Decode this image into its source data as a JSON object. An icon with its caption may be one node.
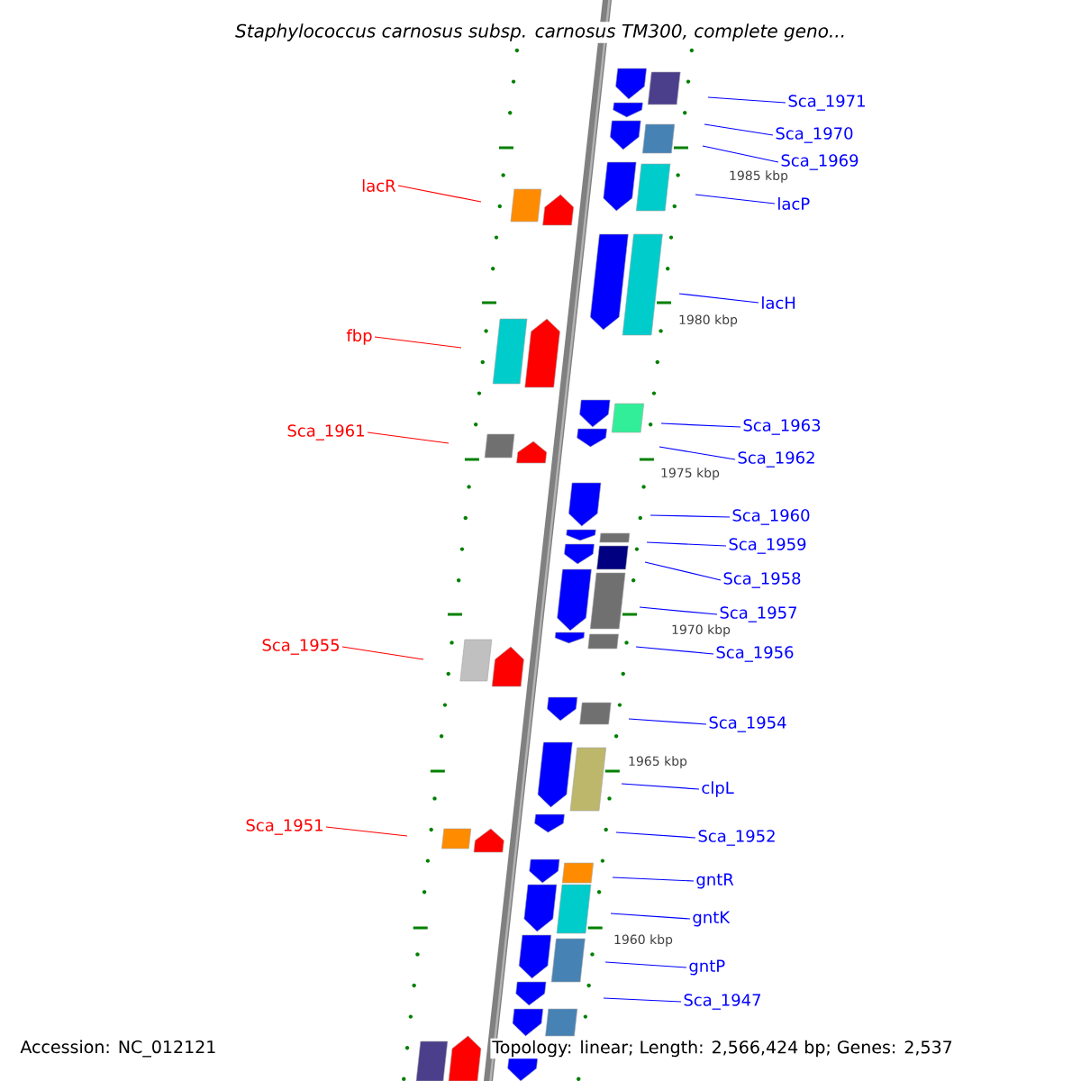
{
  "diagram": {
    "title": "Staphylococcus carnosus subsp. carnosus TM300, complete geno...",
    "nodes": [
      {
        "text": [
          "Sca_1971"
        ]
      },
      {
        "text": [
          "Sca_1970"
        ]
      },
      {
        "text": [
          "Sca_1969"
        ]
      },
      {
        "text": [
          "lacR"
        ]
      },
      {
        "text": [
          "lacP"
        ]
      },
      {
        "text": [
          "lacH"
        ]
      },
      {
        "text": [
          "fbp"
        ]
      },
      {
        "text": [
          "Sca_1963"
        ]
      },
      {
        "text": [
          "Sca_1961"
        ]
      },
      {
        "text": [
          "Sca_1962"
        ]
      },
      {
        "text": [
          "Sca_1960"
        ]
      },
      {
        "text": [
          "Sca_1959"
        ]
      },
      {
        "text": [
          "Sca_1958"
        ]
      },
      {
        "text": [
          "Sca_1957"
        ]
      },
      {
        "text": [
          "Sca_1955"
        ]
      },
      {
        "text": [
          "Sca_1956"
        ]
      },
      {
        "text": [
          "Sca_1954"
        ]
      },
      {
        "text": [
          "clpL"
        ]
      },
      {
        "text": [
          "Sca_1951"
        ]
      },
      {
        "text": [
          "Sca_1952"
        ]
      },
      {
        "text": [
          "gntR"
        ]
      },
      {
        "text": [
          "gntK"
        ]
      },
      {
        "text": [
          "gntP"
        ]
      },
      {
        "text": [
          "Sca_1947"
        ]
      }
    ],
    "edges": [
      {
        "from": 0,
        "to": null,
        "arrow": "none"
      },
      {
        "from": 1,
        "to": null,
        "arrow": "none"
      },
      {
        "from": 2,
        "to": null,
        "arrow": "none"
      },
      {
        "from": 3,
        "to": null,
        "arrow": "none",
        "color": "#ff0000"
      },
      {
        "from": 4,
        "to": null,
        "arrow": "none"
      },
      {
        "from": 5,
        "to": null,
        "arrow": "none"
      },
      {
        "from": 6,
        "to": null,
        "arrow": "none",
        "color": "#ff0000"
      },
      {
        "from": 7,
        "to": null,
        "arrow": "none"
      },
      {
        "from": 8,
        "to": null,
        "arrow": "none",
        "color": "#ff0000"
      },
      {
        "from": 9,
        "to": null,
        "arrow": "none"
      },
      {
        "from": 10,
        "to": null,
        "arrow": "none"
      },
      {
        "from": 11,
        "to": null,
        "arrow": "none"
      },
      {
        "from": 12,
        "to": null,
        "arrow": "none"
      },
      {
        "from": 13,
        "to": null,
        "arrow": "none"
      },
      {
        "from": 14,
        "to": null,
        "arrow": "none",
        "color": "#ff0000"
      },
      {
        "from": 15,
        "to": null,
        "arrow": "none"
      },
      {
        "from": 16,
        "to": null,
        "arrow": "none"
      },
      {
        "from": 17,
        "to": null,
        "arrow": "none"
      },
      {
        "from": 18,
        "to": null,
        "arrow": "none",
        "color": "#ff0000"
      },
      {
        "from": 19,
        "to": null,
        "arrow": "none"
      },
      {
        "from": 20,
        "to": null,
        "arrow": "none"
      },
      {
        "from": 21,
        "to": null,
        "arrow": "none"
      },
      {
        "from": 22,
        "to": null,
        "arrow": "none"
      },
      {
        "from": 23,
        "to": null,
        "arrow": "none"
      }
    ],
    "labels": [
      "1985 kbp",
      "1980 kbp",
      "1975 kbp",
      "1970 kbp",
      "1965 kbp",
      "1960 kbp",
      "Accession: NC_012121",
      "Topology: linear; Length: 2,566,424 bp; Genes: 2,537"
    ]
  }
}
